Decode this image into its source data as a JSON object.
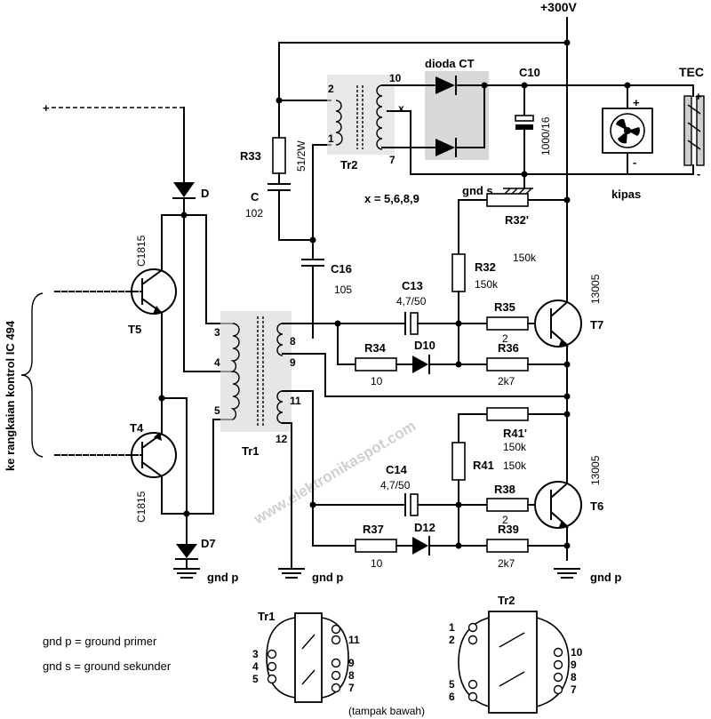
{
  "supply_label": "+300V",
  "watermark": "www.elektronikaspot.com",
  "control_label": "ke rangkaian kontrol IC 494",
  "diode_ct_label": "dioda CT",
  "tr2_x_note": "x = 5,6,8,9",
  "pin_x": "x",
  "gnd_s_label": "gnd s",
  "gnd_p_label": "gnd p",
  "kipas_label": "kipas",
  "tec_label": "TEC",
  "plus_sign": "+",
  "minus_sign": "-",
  "legend": {
    "gnd_p": "gnd p = ground primer",
    "gnd_s": "gnd s = ground sekunder",
    "bottom_view": "(tampak bawah)"
  },
  "components": {
    "D": "D",
    "D7": "D7",
    "T5": "T5",
    "T4": "T4",
    "T5_type": "C1815",
    "T4_type": "C1815",
    "T7": "T7",
    "T6": "T6",
    "T7_type": "13005",
    "T6_type": "13005",
    "Tr1": "Tr1",
    "Tr2": "Tr2",
    "R33": "R33",
    "R33_value": "51/2W",
    "C": "C",
    "C_value": "102",
    "C16": "C16",
    "C16_value": "105",
    "C10": "C10",
    "C10_value": "1000/16",
    "C13": "C13",
    "C13_value": "4,7/50",
    "C14": "C14",
    "C14_value": "4,7/50",
    "R32p": "R32'",
    "R32p_value": "150k",
    "R32": "R32",
    "R32_value": "150k",
    "R35": "R35",
    "R35_value": "2",
    "R34": "R34",
    "R34_value": "10",
    "D10": "D10",
    "R36": "R36",
    "R36_value": "2k7",
    "R41p": "R41'",
    "R41p_value": "150k",
    "R41": "R41",
    "R41_value": "150k",
    "R38": "R38",
    "R38_value": "2",
    "R37": "R37",
    "R37_value": "10",
    "D12": "D12",
    "R39": "R39",
    "R39_value": "2k7"
  },
  "tr1_pins": {
    "p3": "3",
    "p4": "4",
    "p5": "5",
    "p8": "8",
    "p9": "9",
    "p11": "11",
    "p12": "12",
    "p7": "7"
  },
  "tr2_pins": {
    "p1": "1",
    "p2": "2",
    "p5": "5",
    "p6": "6",
    "p7": "7",
    "p8": "8",
    "p9": "9",
    "p10": "10"
  }
}
